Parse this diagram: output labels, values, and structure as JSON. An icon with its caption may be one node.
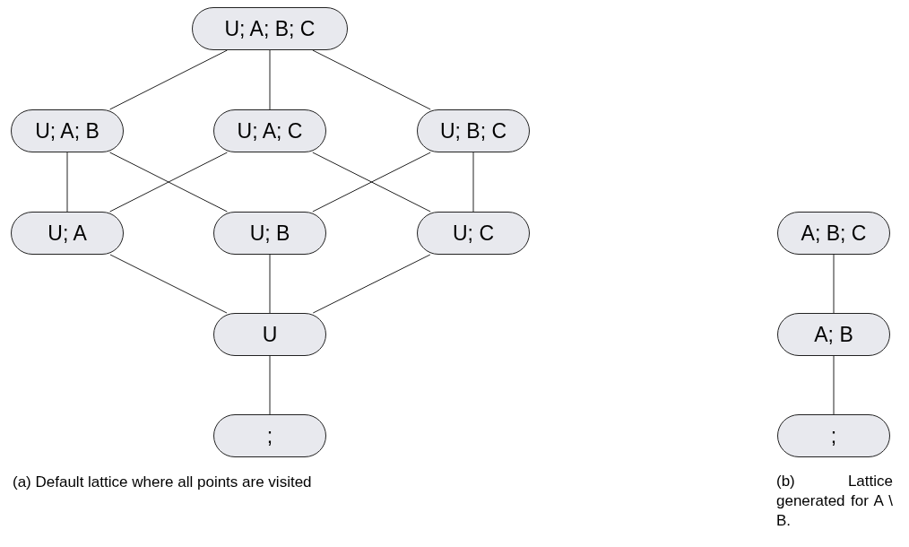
{
  "diagram": {
    "nodes": [
      {
        "text": [
          "U; A; B; C"
        ]
      },
      {
        "text": [
          "U; A; B"
        ]
      },
      {
        "text": [
          "U; A; C"
        ]
      },
      {
        "text": [
          "U; B; C"
        ]
      },
      {
        "text": [
          "U; A"
        ]
      },
      {
        "text": [
          "U; B"
        ]
      },
      {
        "text": [
          "U; C"
        ]
      },
      {
        "text": [
          "U"
        ]
      },
      {
        "text": [
          ";"
        ]
      },
      {
        "text": [
          "A; B; C"
        ]
      },
      {
        "text": [
          "A; B"
        ]
      },
      {
        "text": [
          ";"
        ]
      }
    ],
    "edges": [
      {
        "from": 0,
        "to": 1,
        "arrow": "none"
      },
      {
        "from": 0,
        "to": 2,
        "arrow": "none"
      },
      {
        "from": 0,
        "to": 3,
        "arrow": "none"
      },
      {
        "from": 1,
        "to": 4,
        "arrow": "none"
      },
      {
        "from": 1,
        "to": 5,
        "arrow": "none"
      },
      {
        "from": 2,
        "to": 4,
        "arrow": "none"
      },
      {
        "from": 2,
        "to": 6,
        "arrow": "none"
      },
      {
        "from": 3,
        "to": 5,
        "arrow": "none"
      },
      {
        "from": 3,
        "to": 6,
        "arrow": "none"
      },
      {
        "from": 4,
        "to": 7,
        "arrow": "none"
      },
      {
        "from": 5,
        "to": 7,
        "arrow": "none"
      },
      {
        "from": 6,
        "to": 7,
        "arrow": "none"
      },
      {
        "from": 7,
        "to": 8,
        "arrow": "none"
      },
      {
        "from": 9,
        "to": 10,
        "arrow": "none"
      },
      {
        "from": 10,
        "to": 11,
        "arrow": "none"
      }
    ],
    "labels": [
      "(a) Default lattice where all points are visited",
      "(b) Lattice generated for A \\ B."
    ]
  }
}
